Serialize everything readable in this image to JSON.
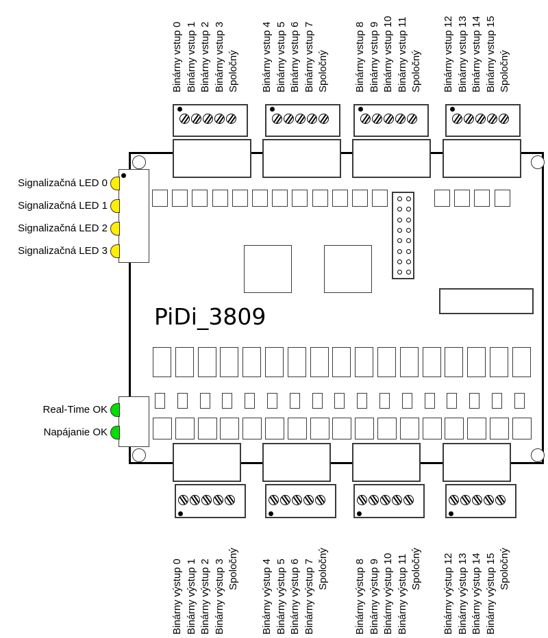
{
  "board": {
    "name": "PiDi_3809",
    "outline_color": "#000000"
  },
  "inputs": {
    "groups": [
      {
        "labels": [
          "Binárny vstup 0",
          "Binárny vstup 1",
          "Binárny vstup 2",
          "Binárny vstup 3",
          "Spoločný"
        ]
      },
      {
        "labels": [
          "Binárny vstup 4",
          "Binárny vstup 5",
          "Binárny vstup 6",
          "Binárny vstup 7",
          "Spoločný"
        ]
      },
      {
        "labels": [
          "Binárny vstup 8",
          "Binárny vstup 9",
          "Binárny vstup 10",
          "Binárny vstup 11",
          "Spoločný"
        ]
      },
      {
        "labels": [
          "Binárny vstup 12",
          "Binárny vstup 13",
          "Binárny vstup 14",
          "Binárny vstup 15",
          "Spoločný"
        ]
      }
    ]
  },
  "outputs": {
    "groups": [
      {
        "labels": [
          "Binárny výstup 0",
          "Binárny výstup 1",
          "Binárny výstup 2",
          "Binárny výstup 3",
          "Spoločný"
        ]
      },
      {
        "labels": [
          "Binárny výstup 4",
          "Binárny výstup 5",
          "Binárny výstup 6",
          "Binárny výstup 7",
          "Spoločný"
        ]
      },
      {
        "labels": [
          "Binárny výstup 8",
          "Binárny výstup 9",
          "Binárny výstup 10",
          "Binárny výstup 11",
          "Spoločný"
        ]
      },
      {
        "labels": [
          "Binárny výstup 12",
          "Binárny výstup 13",
          "Binárny výstup 14",
          "Binárny výstup 15",
          "Spoločný"
        ]
      }
    ]
  },
  "signal_leds": {
    "color": "#ffee00",
    "items": [
      {
        "label": "Signalizačná LED 0"
      },
      {
        "label": "Signalizačná LED 1"
      },
      {
        "label": "Signalizačná LED 2"
      },
      {
        "label": "Signalizačná LED 3"
      }
    ]
  },
  "status_leds": {
    "color": "#00dd00",
    "items": [
      {
        "label": "Real-Time OK"
      },
      {
        "label": "Napájanie OK"
      }
    ]
  }
}
